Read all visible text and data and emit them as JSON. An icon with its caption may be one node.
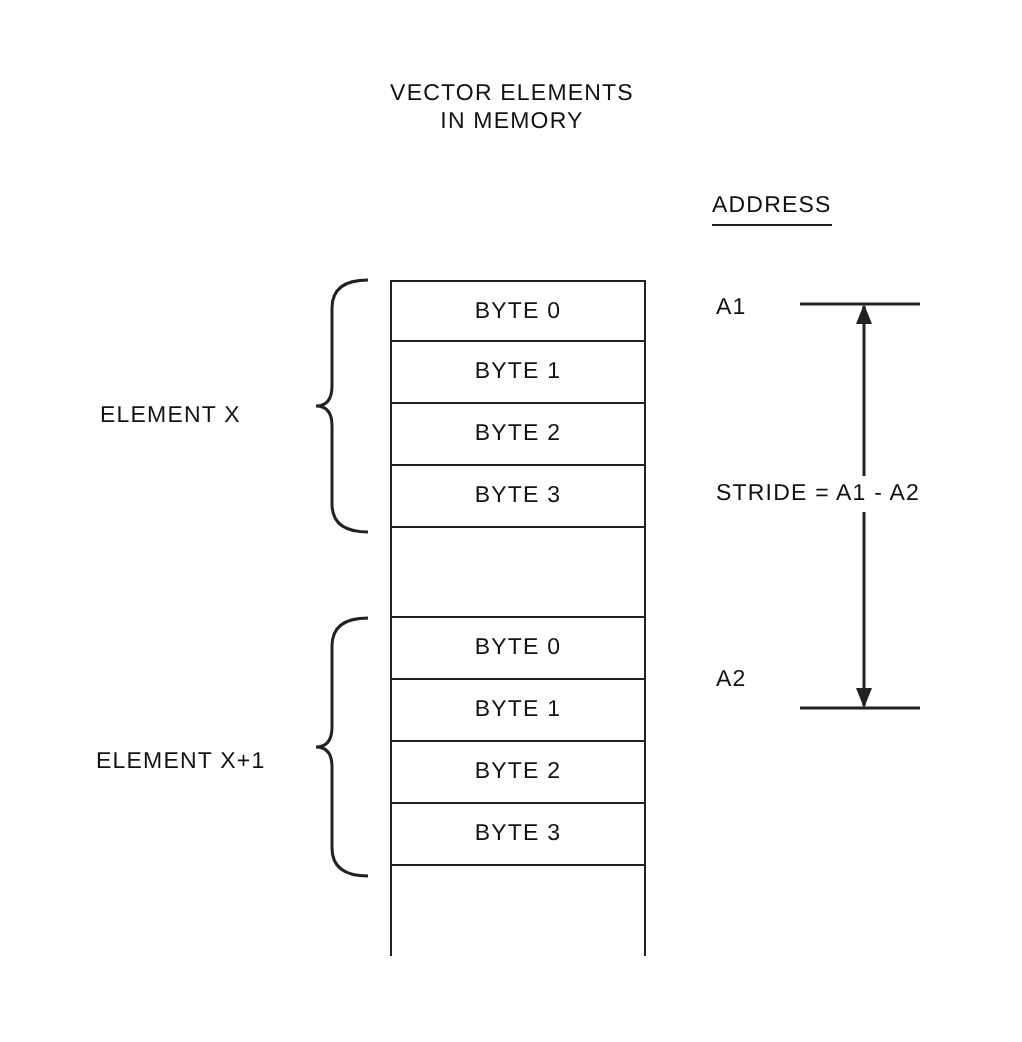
{
  "diagram": {
    "title": "VECTOR ELEMENTS IN MEMORY",
    "nodes": [
      {
        "text": [
          "BYTE 0"
        ]
      },
      {
        "text": [
          "BYTE 1"
        ]
      },
      {
        "text": [
          "BYTE 2"
        ]
      },
      {
        "text": [
          "BYTE 3"
        ]
      },
      {
        "text": [],
        "shape": "box"
      },
      {
        "text": [
          "BYTE 0"
        ]
      },
      {
        "text": [
          "BYTE 1"
        ]
      },
      {
        "text": [
          "BYTE 2"
        ]
      },
      {
        "text": [
          "BYTE 3"
        ]
      },
      {
        "text": [],
        "shape": "box"
      }
    ],
    "labels": [
      "ADDRESS",
      "A1",
      "ELEMENT X",
      "STRIDE = A1 - A2",
      "A2",
      "ELEMENT X+1"
    ]
  }
}
